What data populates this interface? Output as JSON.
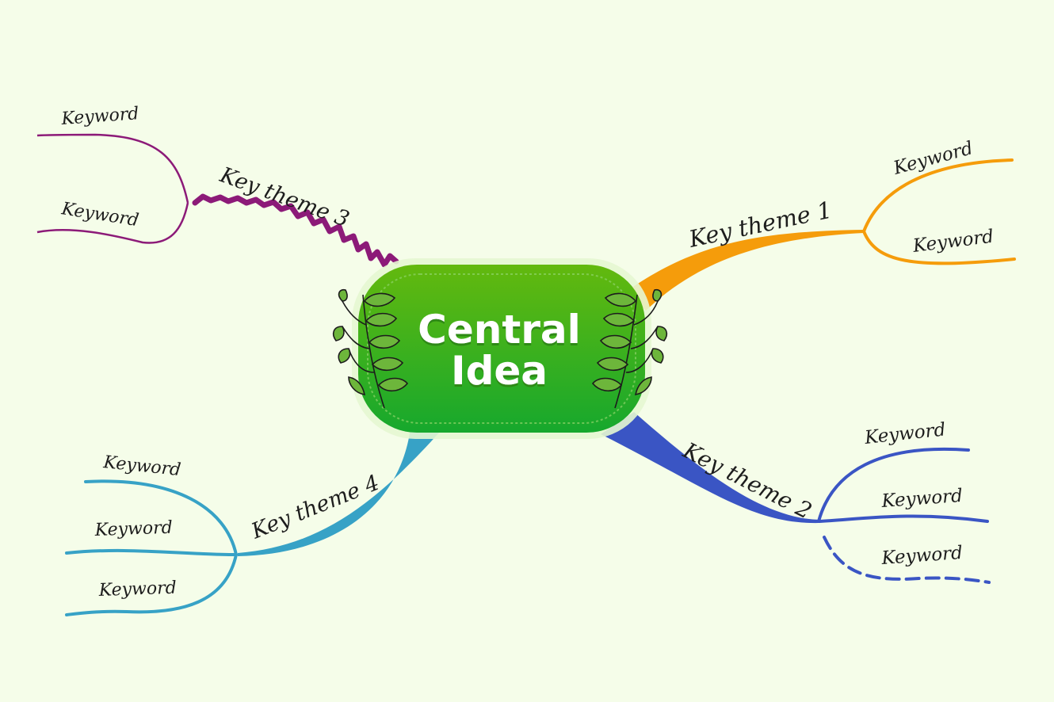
{
  "central": {
    "line1": "Central",
    "line2": "Idea"
  },
  "branches": [
    {
      "theme": "Key theme 1",
      "color": "#f59c0b",
      "keywords": [
        "Keyword",
        "Keyword"
      ]
    },
    {
      "theme": "Key theme 2",
      "color": "#3a55c4",
      "keywords": [
        "Keyword",
        "Keyword",
        "Keyword"
      ]
    },
    {
      "theme": "Key theme 3",
      "color": "#8c1a78",
      "keywords": [
        "Keyword",
        "Keyword"
      ]
    },
    {
      "theme": "Key theme 4",
      "color": "#37a2c6",
      "keywords": [
        "Keyword",
        "Keyword",
        "Keyword"
      ]
    }
  ],
  "colors": {
    "background": "#f5fde9",
    "central_top": "#63b90e",
    "central_bottom": "#1aa82b",
    "leaf": "#1c1c1c"
  }
}
